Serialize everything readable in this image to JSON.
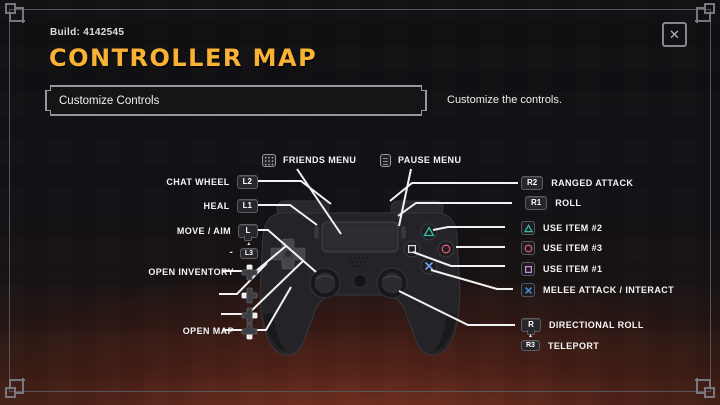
{
  "window": {
    "build_label": "Build: 4142545",
    "title": "CONTROLLER MAP",
    "close_glyph": "✕"
  },
  "toolbar": {
    "customize_button_label": "Customize Controls",
    "customize_hint": "Customize the controls."
  },
  "colors": {
    "accent": "#f9b233",
    "line": "#f2f2f2",
    "tri": "#2fbfa3",
    "circ": "#e0566a",
    "sq": "#d08ad8",
    "cross": "#4f8fd9"
  },
  "bindings": {
    "top": [
      {
        "icon": "touchpad-icon",
        "label": "FRIENDS MENU"
      },
      {
        "icon": "options-icon",
        "label": "PAUSE MENU"
      }
    ],
    "left": [
      {
        "label": "CHAT WHEEL",
        "badge": "L2"
      },
      {
        "label": "HEAL",
        "badge": "L1"
      },
      {
        "label": "MOVE / AIM",
        "badge": "L"
      },
      {
        "label": "-",
        "badge": "L3"
      },
      {
        "label": "OPEN INVENTORY",
        "icon": "dpad-up-icon"
      },
      {
        "label": "-",
        "icon": "dpad-left-icon"
      },
      {
        "label": "-",
        "icon": "dpad-right-icon"
      },
      {
        "label": "OPEN MAP",
        "icon": "dpad-down-icon"
      }
    ],
    "right": [
      {
        "badge": "R2",
        "label": "RANGED ATTACK"
      },
      {
        "badge": "R1",
        "label": "ROLL"
      },
      {
        "icon": "triangle-button-icon",
        "label": "USE ITEM #2"
      },
      {
        "icon": "circle-button-icon",
        "label": "USE ITEM #3"
      },
      {
        "icon": "square-button-icon",
        "label": "USE ITEM #1"
      },
      {
        "icon": "cross-button-icon",
        "label": "MELEE ATTACK / INTERACT"
      },
      {
        "badge": "R",
        "label": "DIRECTIONAL ROLL"
      },
      {
        "badge": "R3",
        "label": "TELEPORT"
      }
    ]
  }
}
